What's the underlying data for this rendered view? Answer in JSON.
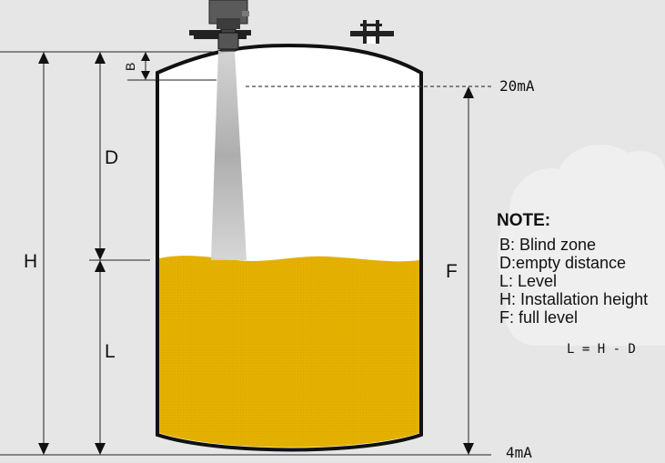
{
  "dimension_labels": {
    "b": "B",
    "d": "D",
    "h": "H",
    "l": "L",
    "f": "F"
  },
  "signal_labels": {
    "top": "20mA",
    "bottom": "4mA"
  },
  "note": {
    "title": "NOTE:",
    "items": [
      "B: Blind zone",
      "D:empty distance",
      "L: Level",
      "H: Installation height",
      "F: full level"
    ],
    "formula": "L = H - D"
  },
  "colors": {
    "background": "#e6e6e6",
    "liquid": "#e4b100",
    "tank_outline": "#111111",
    "tank_fill": "#ffffff",
    "beam": "#a9a9a9"
  }
}
